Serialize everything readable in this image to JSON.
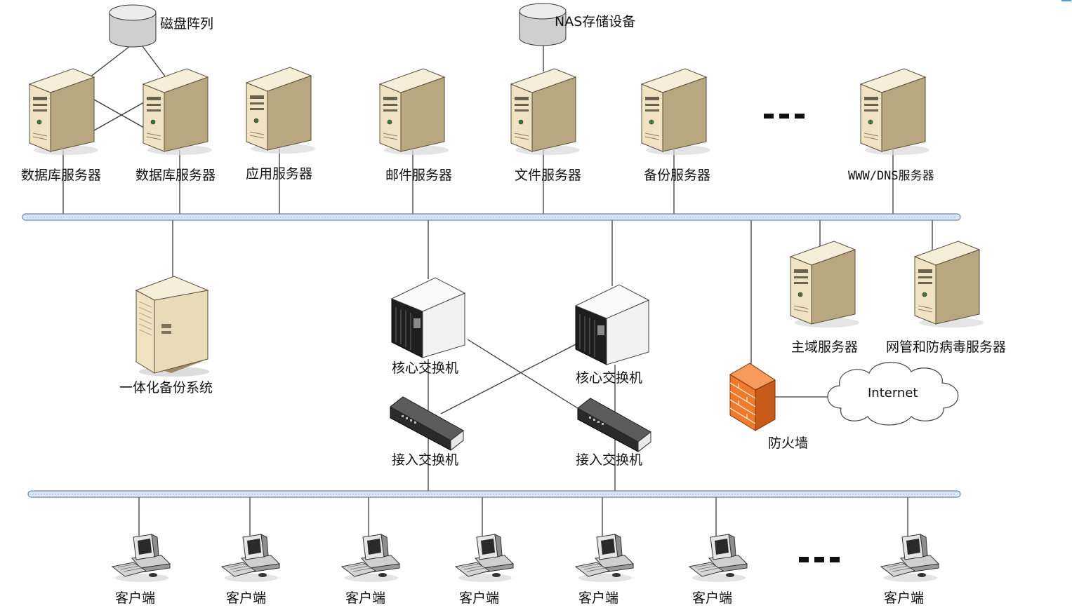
{
  "storage": {
    "disk_array_label": "磁盘阵列",
    "nas_label": "NAS存储设备"
  },
  "servers": {
    "db1_label": "数据库服务器",
    "db2_label": "数据库服务器",
    "app_label": "应用服务器",
    "mail_label": "邮件服务器",
    "file_label": "文件服务器",
    "backup_label": "备份服务器",
    "www_dns_label": "WWW/DNS服务器",
    "domain_label": "主域服务器",
    "netmgmt_av_label": "网管和防病毒服务器"
  },
  "backup_system": {
    "label": "一体化备份系统"
  },
  "switches": {
    "core1_label": "核心交换机",
    "core2_label": "核心交换机",
    "access1_label": "接入交换机",
    "access2_label": "接入交换机"
  },
  "firewall": {
    "label": "防火墙"
  },
  "internet": {
    "label": "Internet"
  },
  "clients": [
    {
      "label": "客户端"
    },
    {
      "label": "客户端"
    },
    {
      "label": "客户端"
    },
    {
      "label": "客户端"
    },
    {
      "label": "客户端"
    },
    {
      "label": "客户端"
    },
    {
      "label": "客户端"
    }
  ],
  "colors": {
    "bus_fill": "#dbe6f4",
    "bus_stroke": "#6d86a8",
    "server_front": "#efe3c4",
    "server_side": "#b6a47e",
    "firewall": "#f07a2c",
    "switch_dark": "#1e1e1e"
  }
}
